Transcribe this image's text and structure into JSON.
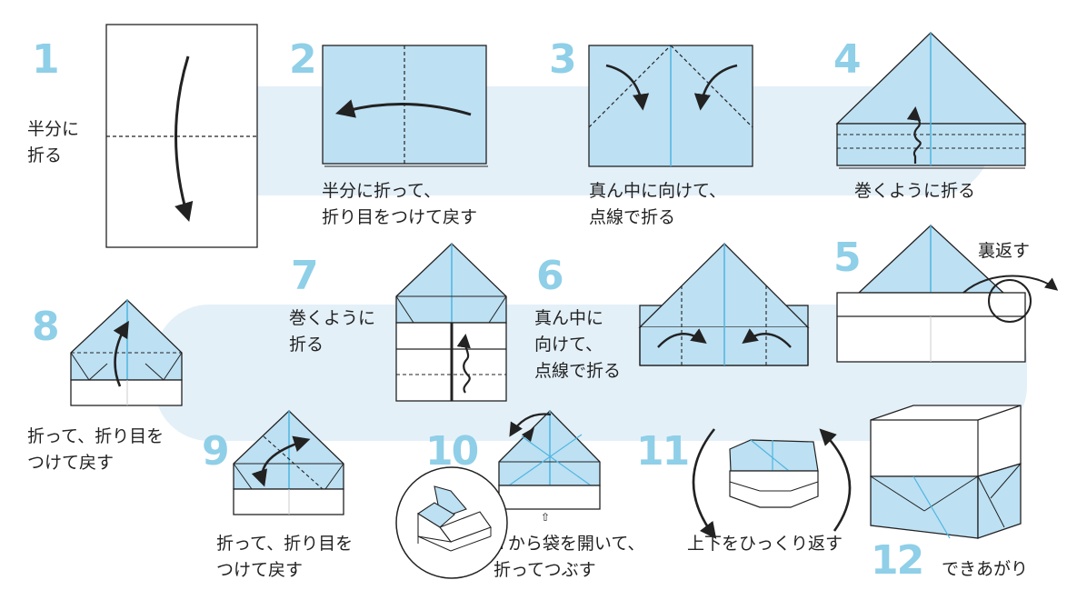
{
  "steps": [
    {
      "number": "1",
      "caption_lines": [
        "半分に",
        "折る"
      ]
    },
    {
      "number": "2",
      "caption_lines": [
        "半分に折って、",
        "折り目をつけて戻す"
      ]
    },
    {
      "number": "3",
      "caption_lines": [
        "真ん中に向けて、",
        "点線で折る"
      ]
    },
    {
      "number": "4",
      "caption_lines": [
        "巻くように折る"
      ]
    },
    {
      "number": "5",
      "caption_lines": [
        "裏返す"
      ]
    },
    {
      "number": "6",
      "caption_lines": [
        "真ん中に",
        "向けて、",
        "点線で折る"
      ]
    },
    {
      "number": "7",
      "caption_lines": [
        "巻くように",
        "折る"
      ]
    },
    {
      "number": "8",
      "caption_lines": [
        "折って、折り目を",
        "つけて戻す"
      ]
    },
    {
      "number": "9",
      "caption_lines": [
        "折って、折り目を",
        "つけて戻す"
      ]
    },
    {
      "number": "10",
      "caption_lines": [
        "⇧から袋を開いて、",
        "折ってつぶす"
      ]
    },
    {
      "number": "11",
      "caption_lines": [
        "上下をひっくり返す"
      ]
    },
    {
      "number": "12",
      "caption_lines": [
        "できあがり"
      ]
    }
  ],
  "colors": {
    "paper_blue": "#bde0f3",
    "crease_blue": "#4fb6e0",
    "step_number": "#8fcfe8",
    "outline": "#222222",
    "background_band": "#e4f0f8"
  }
}
